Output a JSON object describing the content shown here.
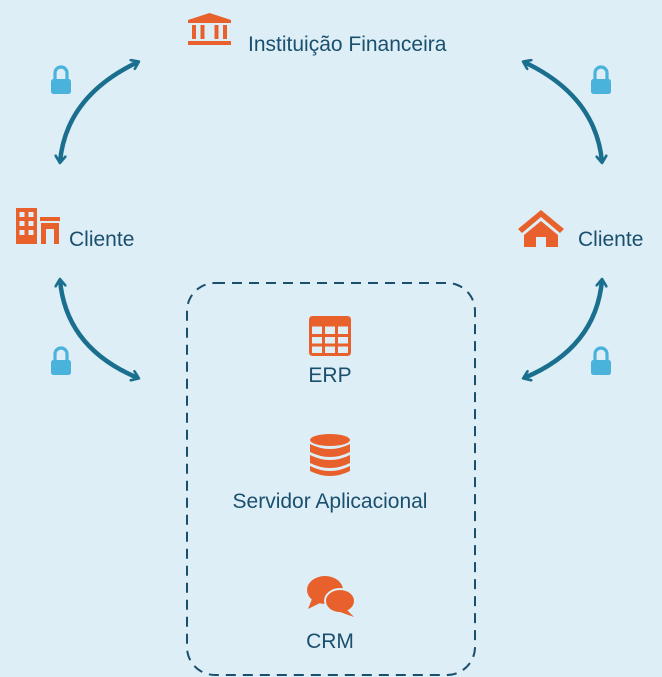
{
  "nodes": {
    "institution": {
      "label": "Instituição Financeira",
      "icon": "bank-icon"
    },
    "client_left": {
      "label": "Cliente",
      "icon": "building-icon"
    },
    "client_right": {
      "label": "Cliente",
      "icon": "home-icon"
    }
  },
  "platform": {
    "items": [
      {
        "label": "ERP",
        "icon": "table-grid-icon"
      },
      {
        "label": "Servidor Aplicacional",
        "icon": "database-icon"
      },
      {
        "label": "CRM",
        "icon": "chat-bubbles-icon"
      }
    ]
  },
  "colors": {
    "background": "#ddeef6",
    "icon_orange": "#e8612c",
    "arrow_teal": "#1b6f8e",
    "lock_blue": "#4ab3dc",
    "text": "#1a4f6e",
    "dashed_border": "#1a4f6e"
  }
}
